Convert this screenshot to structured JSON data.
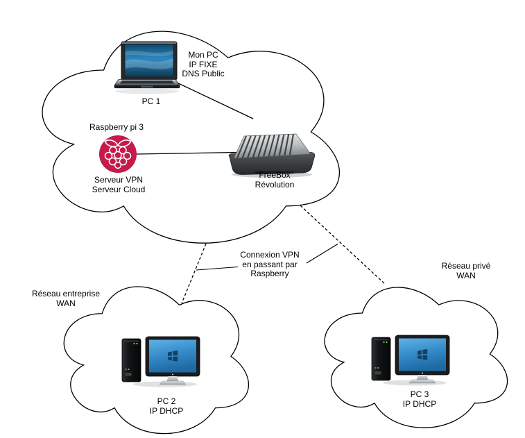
{
  "diagram": {
    "main_cloud": {
      "pc1": {
        "icon": "laptop-icon",
        "label": "PC 1",
        "annotation_lines": [
          "Mon PC",
          "IP FIXE",
          "DNS Public"
        ]
      },
      "raspberry": {
        "icon": "raspberry-pi-icon",
        "title": "Raspberry pi 3",
        "subtitle_lines": [
          "Serveur VPN",
          "Serveur Cloud"
        ]
      },
      "freebox": {
        "icon": "router-icon",
        "label_lines": [
          "FreeBox",
          "Révolution"
        ]
      }
    },
    "vpn_link": {
      "label_lines": [
        "Connexion VPN",
        "en passant par",
        "Raspberry"
      ],
      "style": "dashed"
    },
    "enterprise_cloud": {
      "title_lines": [
        "Réseau entreprise",
        "WAN"
      ],
      "pc2": {
        "icon": "desktop-icon",
        "label_lines": [
          "PC 2",
          "IP DHCP"
        ]
      }
    },
    "private_cloud": {
      "title_lines": [
        "Réseau privé",
        "WAN"
      ],
      "pc3": {
        "icon": "desktop-icon",
        "label_lines": [
          "PC 3",
          "IP DHCP"
        ]
      }
    },
    "colors": {
      "stroke": "#000000",
      "text": "#000000",
      "raspberry_red": "#c51a4a",
      "laptop_screen_blue": "#2f7fb0",
      "monitor_screen_blue": "#3e9ad8",
      "background": "#ffffff"
    }
  }
}
